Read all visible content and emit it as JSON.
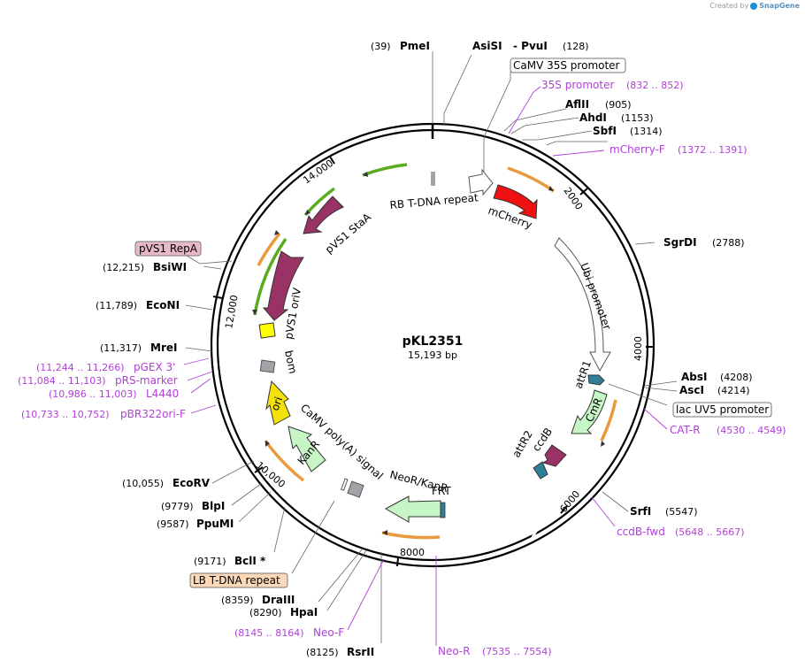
{
  "credit": {
    "prefix": "Created by",
    "brand": "SnapGene"
  },
  "plasmid": {
    "name": "pKL2351",
    "length_label": "15,193 bp"
  },
  "ticks": [
    "2000",
    "4000",
    "6000",
    "8000",
    "10,000",
    "12,000",
    "14,000"
  ],
  "enzymes": {
    "pmei": {
      "pos": "(39)",
      "name": "PmeI"
    },
    "asisi": {
      "name": "AsiSI"
    },
    "pvui": {
      "name": "- PvuI",
      "pos": "(128)"
    },
    "aflii": {
      "name": "AflII",
      "pos": "(905)"
    },
    "ahdi": {
      "name": "AhdI",
      "pos": "(1153)"
    },
    "sbfi": {
      "name": "SbfI",
      "pos": "(1314)"
    },
    "sgrdi": {
      "name": "SgrDI",
      "pos": "(2788)"
    },
    "absi": {
      "name": "AbsI",
      "pos": "(4208)"
    },
    "asci": {
      "name": "AscI",
      "pos": "(4214)"
    },
    "srfi": {
      "name": "SrfI",
      "pos": "(5547)"
    },
    "rsrii": {
      "pos": "(8125)",
      "name": "RsrII"
    },
    "hpai": {
      "pos": "(8290)",
      "name": "HpaI"
    },
    "draiii": {
      "pos": "(8359)",
      "name": "DraIII"
    },
    "bcli": {
      "pos": "(9171)",
      "name": "BclI *"
    },
    "ppumi": {
      "pos": "(9587)",
      "name": "PpuMI"
    },
    "blpi": {
      "pos": "(9779)",
      "name": "BlpI"
    },
    "ecorv": {
      "pos": "(10,055)",
      "name": "EcoRV"
    },
    "mrei": {
      "pos": "(11,317)",
      "name": "MreI"
    },
    "econi": {
      "pos": "(11,789)",
      "name": "EcoNI"
    },
    "bsiwi": {
      "pos": "(12,215)",
      "name": "BsiWI"
    }
  },
  "primers": {
    "p35s": {
      "name": "35S promoter",
      "range": "(832 .. 852)"
    },
    "mcherryf": {
      "name": "mCherry-F",
      "range": "(1372 .. 1391)"
    },
    "catr": {
      "name": "CAT-R",
      "range": "(4530 .. 4549)"
    },
    "ccdbfwd": {
      "name": "ccdB-fwd",
      "range": "(5648 .. 5667)"
    },
    "neor": {
      "name": "Neo-R",
      "range": "(7535 .. 7554)"
    },
    "neof": {
      "range": "(8145 .. 8164)",
      "name": "Neo-F"
    },
    "pgex": {
      "range": "(11,244 .. 11,266)",
      "name": "pGEX 3'"
    },
    "prs": {
      "range": "(11,084 .. 11,103)",
      "name": "pRS-marker"
    },
    "l4440": {
      "range": "(10,986 .. 11,003)",
      "name": "L4440"
    },
    "pbr": {
      "range": "(10,733 .. 10,752)",
      "name": "pBR322ori-F"
    }
  },
  "boxed_features": {
    "camv35s": "CaMV 35S promoter",
    "lacuv5": "lac UV5 promoter",
    "lbtdna": "LB T-DNA repeat",
    "pvs1repa": "pVS1 RepA"
  },
  "features": {
    "rbtdna": "RB T-DNA repeat",
    "mcherry": "mCherry",
    "ubi": "Ubi promoter",
    "attr1": "attR1",
    "cmr": "CmR",
    "attr2": "attR2",
    "ccdb": "ccdB",
    "neokanr": "NeoR/KanR",
    "frt": "FRT",
    "camvpolya": "CaMV poly(A) signal",
    "kanr": "KanR",
    "ori": "ori",
    "bom": "bom",
    "pvs1oriv": "pVS1 oriV",
    "pvs1staa": "pVS1 StaA"
  },
  "colors": {
    "mcherry": "#ee1111",
    "pvs1": "#993366",
    "ccdb": "#993366",
    "attr": "#2f7f99",
    "cmr": "#c6f5c6",
    "kanr": "#c6f5c6",
    "ori": "#f5e10a",
    "oriv_box": "#ffff00",
    "bom": "#a0a4a8",
    "primer_orange": "#e89a3c",
    "primer_green": "#5aab1e",
    "primer_label": "#b040d8",
    "repa_box": "#e7b8c9",
    "lb_box": "#fbd9b8"
  }
}
